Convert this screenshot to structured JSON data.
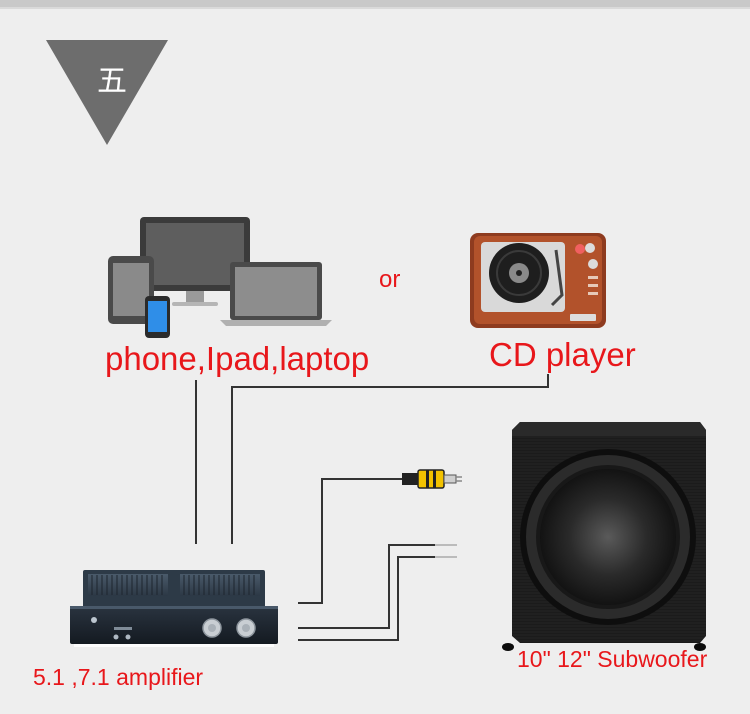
{
  "badge": {
    "char": "五"
  },
  "labels": {
    "source_devices": "phone,Ipad,laptop",
    "or": "or",
    "cd_player": "CD player",
    "amplifier": "5.1 ,7.1 amplifier",
    "subwoofer": "10\" 12\" Subwoofer"
  },
  "colors": {
    "background": "#eeeeee",
    "label_red": "#e8171b",
    "badge_gray": "#6d6d6d",
    "cable": "#333333",
    "rca_yellow": "#f2c200"
  },
  "icons": [
    "devices-icon",
    "record-player-icon",
    "amplifier-icon",
    "subwoofer-icon",
    "rca-plug-icon"
  ]
}
